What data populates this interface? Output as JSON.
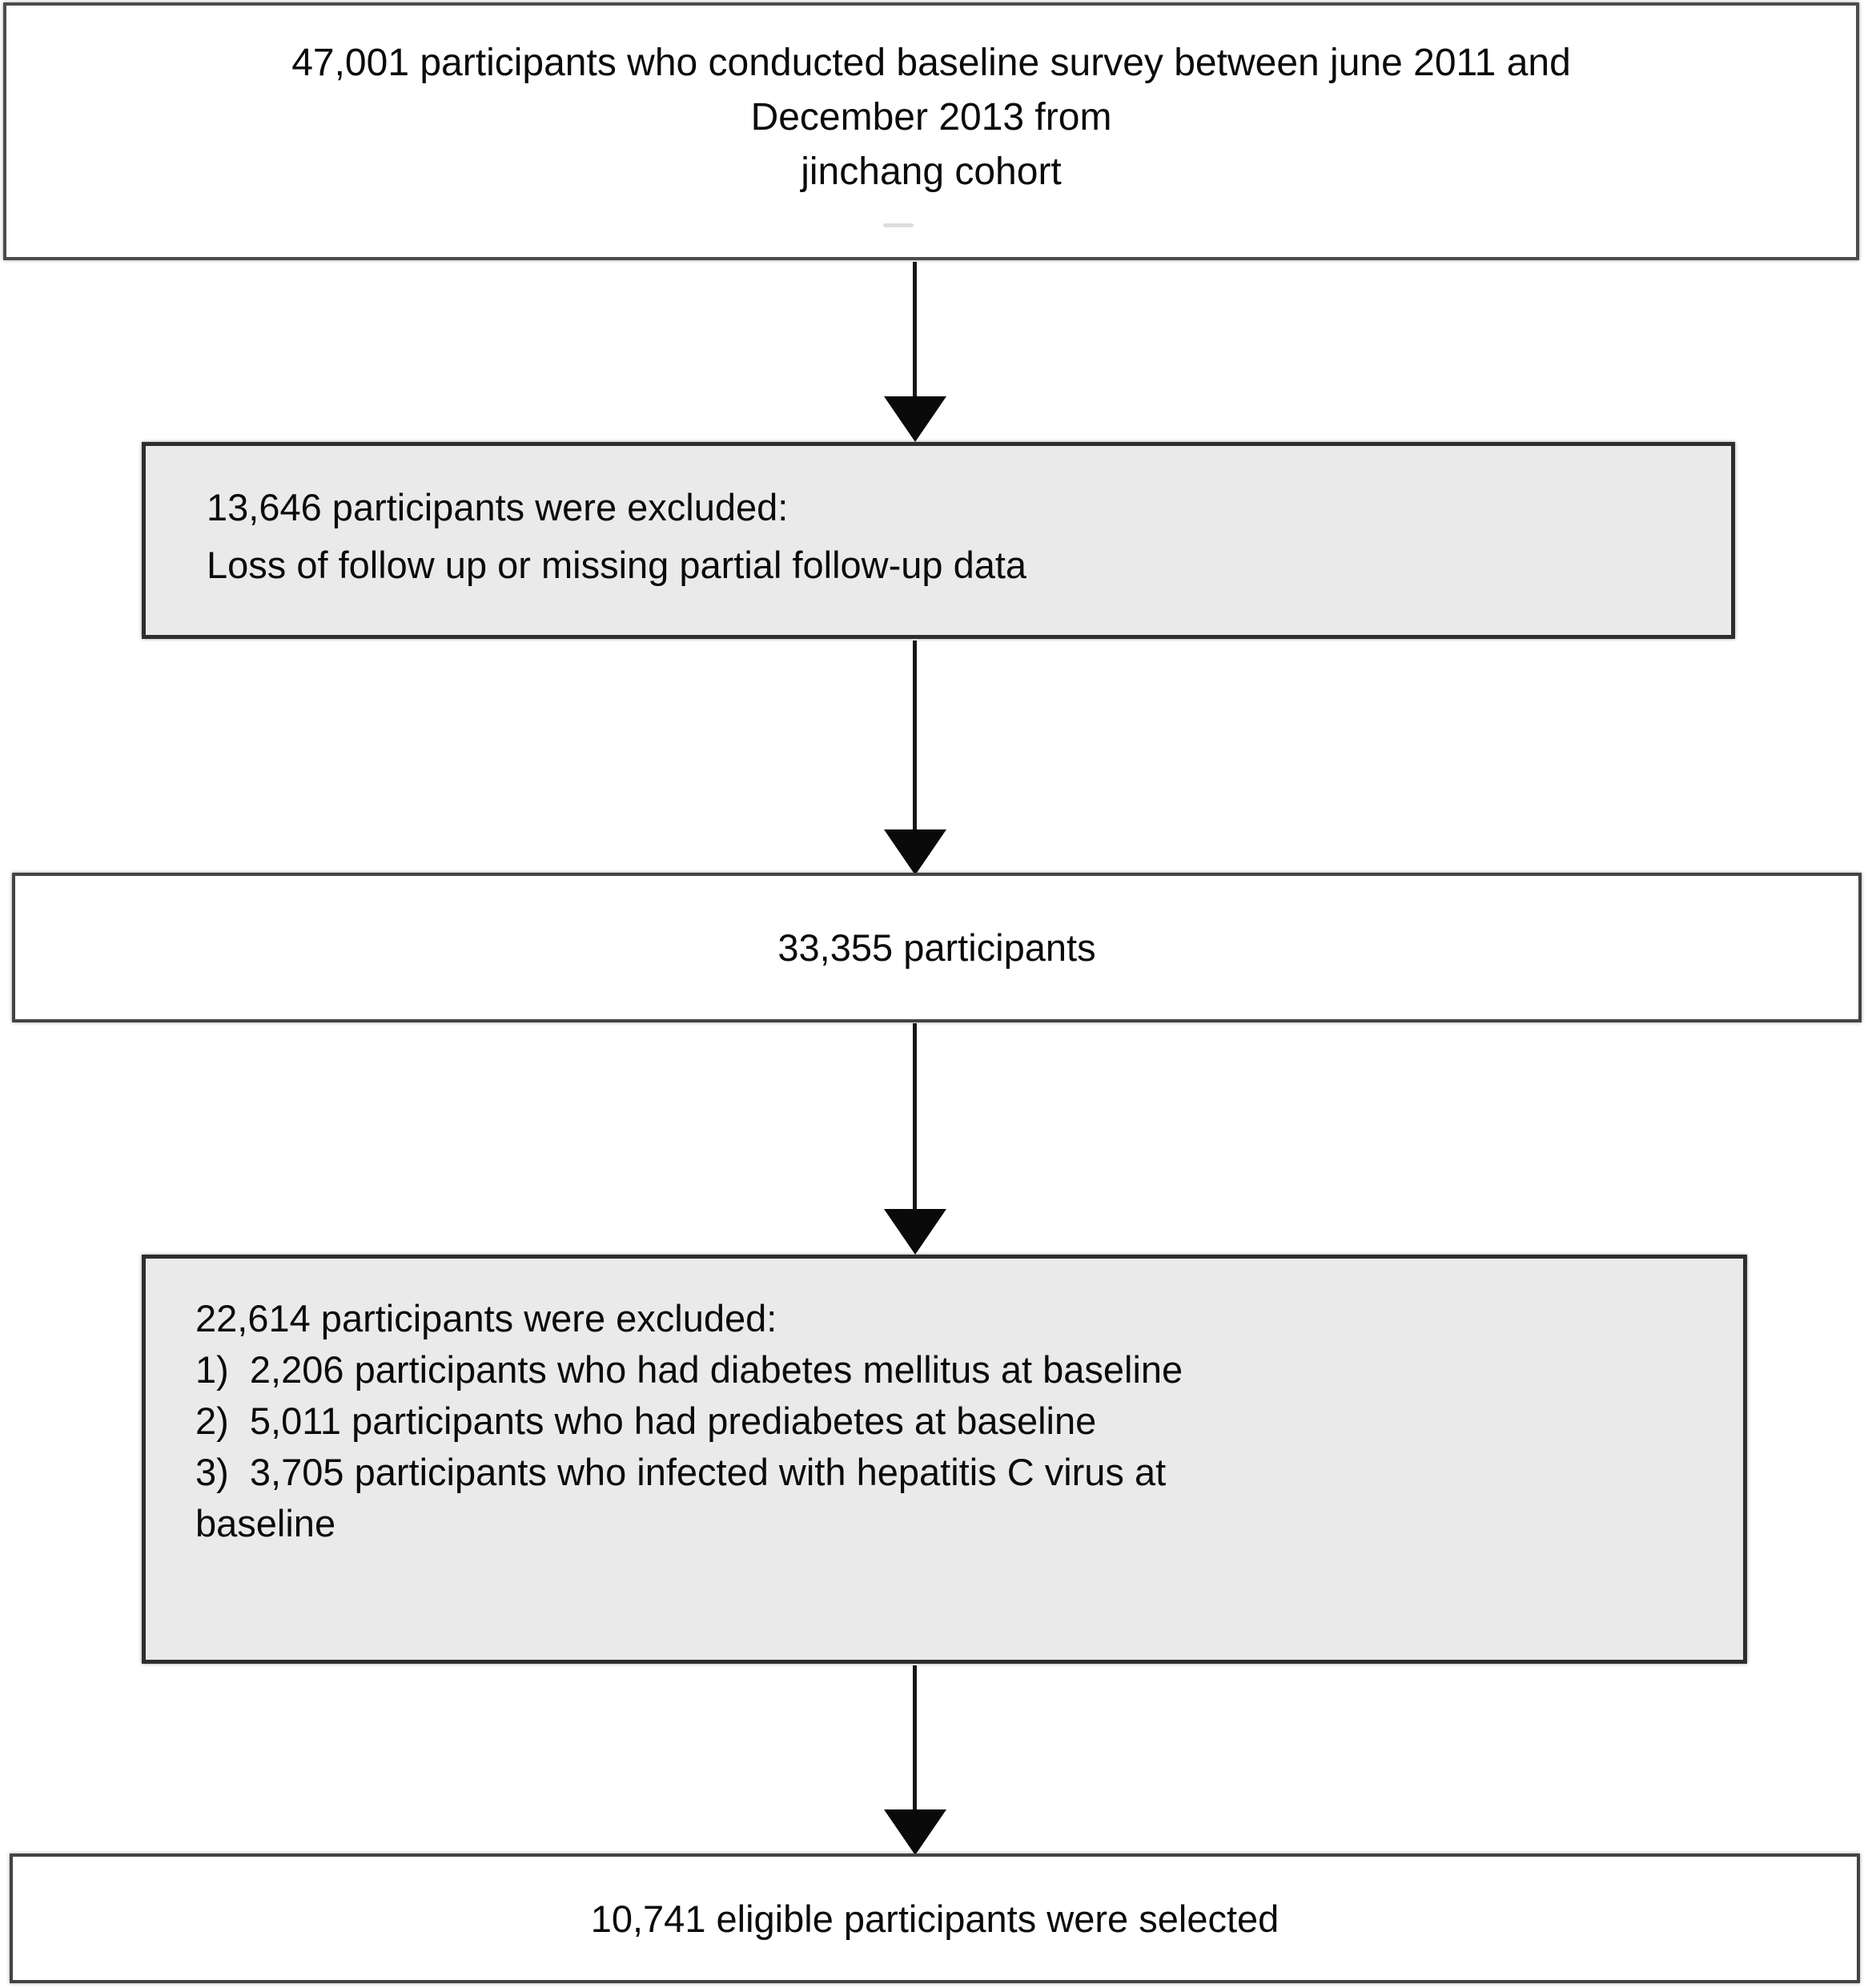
{
  "flowchart": {
    "type": "participant-selection-flow",
    "colors": {
      "white_box_fill": "#ffffff",
      "gray_box_fill": "#eaeaea",
      "box_border": "#3c3c3c",
      "arrow": "#0a0a0a",
      "text": "#0b0b0b"
    },
    "nodes": [
      {
        "id": "baseline-cohort",
        "variant": "white",
        "align": "center",
        "lines": [
          "47,001 participants who conducted baseline survey between june 2011 and",
          "December 2013 from",
          "jinchang cohort"
        ]
      },
      {
        "id": "excluded-followup",
        "variant": "gray",
        "align": "left",
        "lines": [
          "13,646 participants were excluded:",
          "Loss of follow up or missing partial follow-up data"
        ]
      },
      {
        "id": "participants-after-exclusion",
        "variant": "white",
        "align": "center",
        "lines": [
          "33,355 participants"
        ]
      },
      {
        "id": "excluded-baseline-conditions",
        "variant": "gray",
        "align": "left",
        "lines": [
          "22,614 participants were excluded:",
          "1)  2,206 participants who had diabetes mellitus at baseline",
          "2)  5,011 participants who had prediabetes at baseline",
          "3)  3,705 participants who infected with hepatitis C virus at",
          "baseline"
        ]
      },
      {
        "id": "eligible-selected",
        "variant": "white",
        "align": "center",
        "lines": [
          "10,741 eligible participants were selected"
        ]
      }
    ]
  }
}
